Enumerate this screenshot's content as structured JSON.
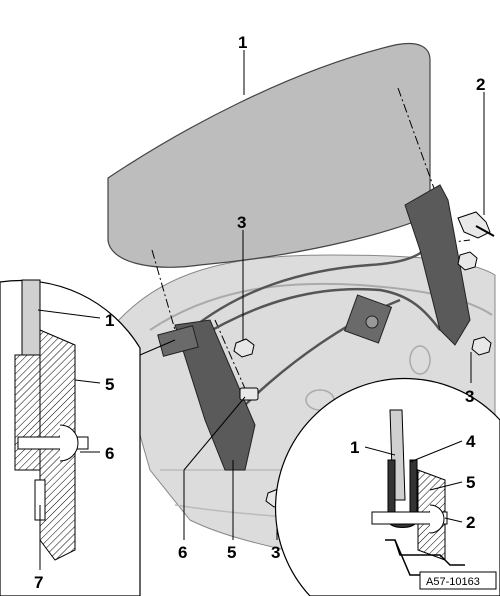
{
  "diagram": {
    "reference_code": "A57-10163",
    "callouts": {
      "glass": "1",
      "window_regulator_main": "2",
      "nut_a": "3",
      "nut_b": "3",
      "nut_c": "3",
      "nut_d": "3",
      "bolt_lower": "6",
      "regulator_lower": "5",
      "detail_left_glass": "1",
      "detail_left_channel": "5",
      "detail_left_bolt": "6",
      "detail_left_clip": "7",
      "detail_right_glass": "1",
      "detail_right_pad": "4",
      "detail_right_channel": "5",
      "detail_right_bolt": "2"
    },
    "colors": {
      "glass_fill": "#b8b8b8",
      "door_fill": "#d9d9d9",
      "regulator_fill": "#5a5a5a",
      "line": "#000000"
    }
  }
}
